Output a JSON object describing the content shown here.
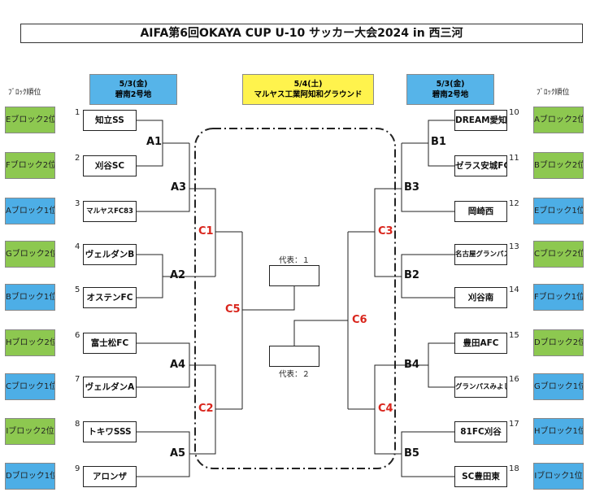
{
  "title": "AIFA第6回OKAYA CUP U-10 サッカー大会2024 in 西三河",
  "headers": {
    "left": {
      "date": "5/3(金)",
      "venue": "碧南2号地"
    },
    "center": {
      "date": "5/4(土)",
      "venue": "マルヤス工業阿知和グラウンド"
    },
    "right": {
      "date": "5/3(金)",
      "venue": "碧南2号地"
    }
  },
  "block_rank_caption": "ﾌﾞﾛｯｸ順位",
  "left_teams": [
    {
      "num": "1",
      "name": "知立SS",
      "block": "Eブロック2位",
      "color": "green"
    },
    {
      "num": "2",
      "name": "刈谷SC",
      "block": "Fブロック2位",
      "color": "green"
    },
    {
      "num": "3",
      "name": "マルヤスFC83",
      "block": "Aブロック1位",
      "color": "blue"
    },
    {
      "num": "4",
      "name": "ヴェルダンB",
      "block": "Gブロック2位",
      "color": "green"
    },
    {
      "num": "5",
      "name": "オステンFC",
      "block": "Bブロック1位",
      "color": "blue"
    },
    {
      "num": "6",
      "name": "富士松FC",
      "block": "Hブロック2位",
      "color": "green"
    },
    {
      "num": "7",
      "name": "ヴェルダンA",
      "block": "Cブロック1位",
      "color": "blue"
    },
    {
      "num": "8",
      "name": "トキワSSS",
      "block": "Iブロック2位",
      "color": "green"
    },
    {
      "num": "9",
      "name": "アロンザ",
      "block": "Dブロック1位",
      "color": "blue"
    }
  ],
  "right_teams": [
    {
      "num": "10",
      "name": "DREAM愛知",
      "block": "Aブロック2位",
      "color": "green"
    },
    {
      "num": "11",
      "name": "ゼラス安城FC",
      "block": "Bブロック2位",
      "color": "green"
    },
    {
      "num": "12",
      "name": "岡崎西",
      "block": "Eブロック1位",
      "color": "blue"
    },
    {
      "num": "13",
      "name": "名古屋グランパス",
      "block": "Cブロック2位",
      "color": "green"
    },
    {
      "num": "14",
      "name": "刈谷南",
      "block": "Fブロック1位",
      "color": "blue"
    },
    {
      "num": "15",
      "name": "豊田AFC",
      "block": "Dブロック2位",
      "color": "green"
    },
    {
      "num": "16",
      "name": "グランパスみよし",
      "block": "Gブロック1位",
      "color": "blue"
    },
    {
      "num": "17",
      "name": "81FC刈谷",
      "block": "Hブロック1位",
      "color": "blue"
    },
    {
      "num": "18",
      "name": "SC豊田東",
      "block": "Iブロック1位",
      "color": "blue"
    }
  ],
  "matches": {
    "A1": "A1",
    "A2": "A2",
    "A3": "A3",
    "A4": "A4",
    "A5": "A5",
    "B1": "B1",
    "B2": "B2",
    "B3": "B3",
    "B4": "B4",
    "B5": "B5",
    "C1": "C1",
    "C2": "C2",
    "C3": "C3",
    "C4": "C4",
    "C5": "C5",
    "C6": "C6"
  },
  "representatives": {
    "rep1": "代表：１",
    "rep2": "代表：２"
  },
  "colors": {
    "green": "#8dc850",
    "blue": "#4daee6",
    "match_red": "#d9251c",
    "header_blue": "#56b4e9",
    "header_yellow": "#fff34d"
  }
}
